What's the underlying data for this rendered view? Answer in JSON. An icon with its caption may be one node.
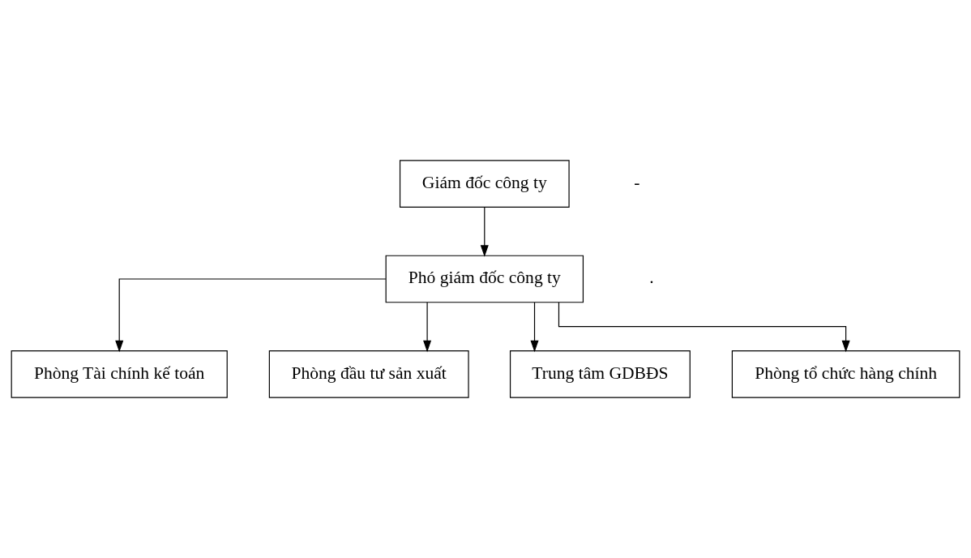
{
  "diagram": {
    "nodes": [
      {
        "text": [
          "Giám đốc công ty"
        ]
      },
      {
        "text": [
          "Phó giám đốc công ty"
        ]
      },
      {
        "text": [
          "Phòng Tài chính kế toán"
        ]
      },
      {
        "text": [
          "Phòng đầu tư sản xuất"
        ]
      },
      {
        "text": [
          "Trung tâm GDBĐS"
        ]
      },
      {
        "text": [
          "Phòng tổ chức hàng chính"
        ]
      }
    ],
    "edges": [
      {
        "from": 0,
        "to": 1,
        "arrow": "to"
      },
      {
        "from": 1,
        "to": 2,
        "arrow": "to"
      },
      {
        "from": 1,
        "to": 3,
        "arrow": "to"
      },
      {
        "from": 1,
        "to": 4,
        "arrow": "to"
      },
      {
        "from": 1,
        "to": 5,
        "arrow": "to"
      }
    ],
    "labels": [
      "-",
      "."
    ]
  }
}
